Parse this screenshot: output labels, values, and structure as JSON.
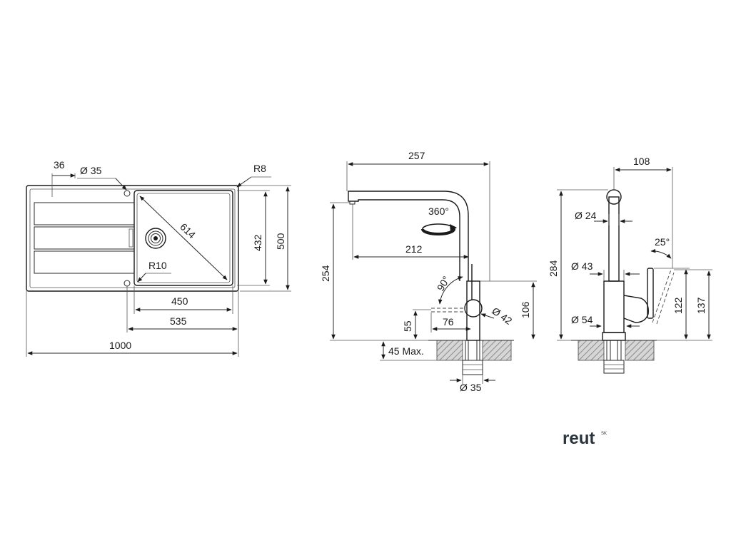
{
  "sink": {
    "dim_36": "36",
    "dim_dia35": "Ø 35",
    "dim_r8": "R8",
    "dim_614": "614",
    "dim_432": "432",
    "dim_500": "500",
    "dim_r10": "R10",
    "dim_450": "450",
    "dim_535": "535",
    "dim_1000": "1000"
  },
  "faucet_side": {
    "dim_257": "257",
    "dim_360": "360°",
    "dim_212": "212",
    "dim_254": "254",
    "dim_90": "90°",
    "dim_dia42": "Ø 42",
    "dim_106": "106",
    "dim_55": "55",
    "dim_76": "76",
    "dim_45max": "45 Max.",
    "dim_dia35": "Ø 35"
  },
  "faucet_front": {
    "dim_108": "108",
    "dim_dia24": "Ø 24",
    "dim_25": "25°",
    "dim_284": "284",
    "dim_dia43": "Ø 43",
    "dim_122": "122",
    "dim_137": "137",
    "dim_dia54": "Ø 54"
  },
  "brand": {
    "name": "reut",
    "sup": "SK"
  },
  "colors": {
    "line": "#1a1a1a",
    "hatch": "#8a8a8a",
    "brand": "#2b3540"
  }
}
